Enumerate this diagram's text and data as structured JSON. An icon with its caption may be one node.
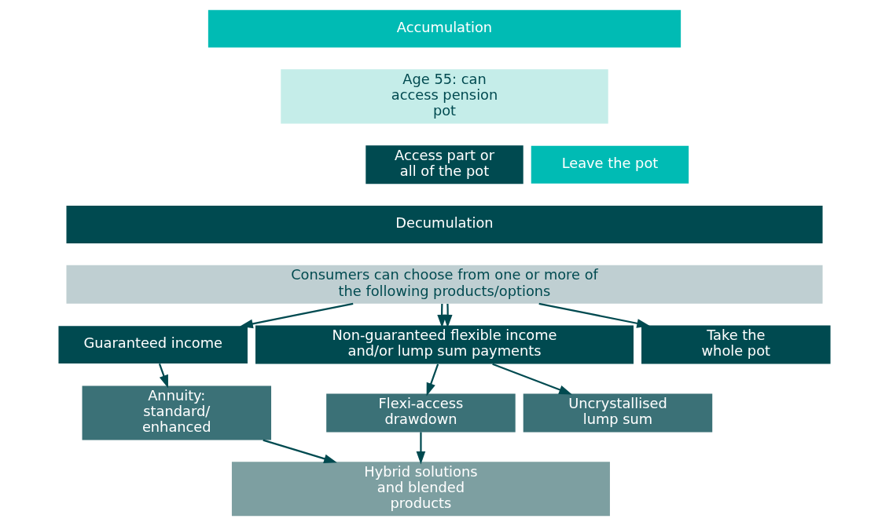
{
  "diagram": {
    "nodes": [
      {
        "text": [
          "Accumulation"
        ]
      },
      {
        "text": [
          "Age 55: can access pension pot"
        ]
      },
      {
        "text": [
          "Leave the pot"
        ]
      },
      {
        "text": [
          "Access part or all of the pot"
        ]
      },
      {
        "text": [
          "Decumulation"
        ]
      },
      {
        "text": [
          "Consumers can choose from one or more of the following products/options"
        ]
      },
      {
        "text": [
          "Guaranteed income"
        ]
      },
      {
        "text": [
          "Non-guaranteed flexible income and/or lump sum payments"
        ]
      },
      {
        "text": [
          "Take the whole pot"
        ]
      },
      {
        "text": [
          "Annuity: standard/ enhanced"
        ]
      },
      {
        "text": [
          "Flexi-access drawdown"
        ]
      },
      {
        "text": [
          "Uncrystallised lump sum"
        ]
      },
      {
        "text": [
          "Hybrid solutions and blended products"
        ]
      }
    ],
    "edges": [
      {
        "from": 5,
        "to": 6,
        "arrow": "to"
      },
      {
        "from": 5,
        "to": 7,
        "arrow": "to"
      },
      {
        "from": 5,
        "to": 7,
        "arrow": "to"
      },
      {
        "from": 5,
        "to": 8,
        "arrow": "to"
      },
      {
        "from": 6,
        "to": 9,
        "arrow": "to"
      },
      {
        "from": 7,
        "to": 10,
        "arrow": "to"
      },
      {
        "from": 7,
        "to": 11,
        "arrow": "to"
      },
      {
        "from": 9,
        "to": 12,
        "arrow": "to"
      },
      {
        "from": 10,
        "to": 12,
        "arrow": "to"
      }
    ]
  }
}
